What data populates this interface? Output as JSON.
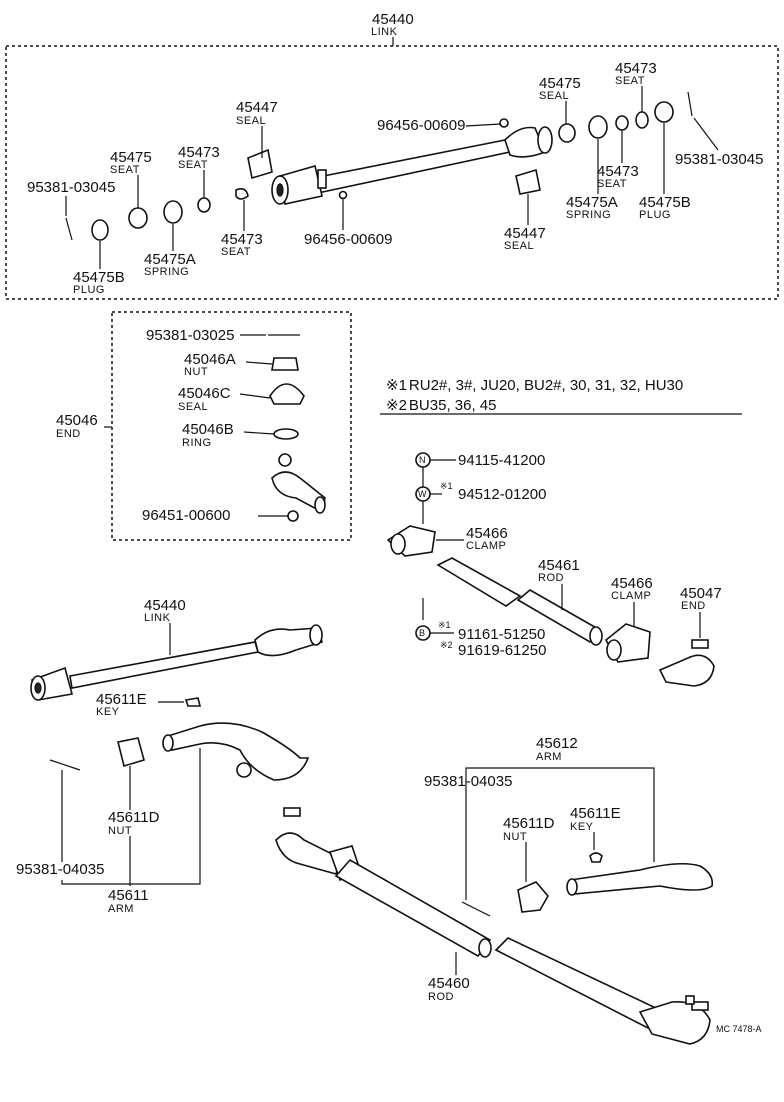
{
  "link_assembly": {
    "number": "45440",
    "name": "LINK"
  },
  "callouts": [
    {
      "id": "c1",
      "number": "45447",
      "name": "SEAL"
    },
    {
      "id": "c2",
      "number": "45475",
      "name": "SEAL"
    },
    {
      "id": "c3",
      "number": "45473",
      "name": "SEAT"
    },
    {
      "id": "c4",
      "number": "96456-00609",
      "name": ""
    },
    {
      "id": "c5",
      "number": "45475",
      "name": "SEAT"
    },
    {
      "id": "c6",
      "number": "45473",
      "name": "SEAT"
    },
    {
      "id": "c7",
      "number": "95381-03045",
      "name": ""
    },
    {
      "id": "c8",
      "number": "45473",
      "name": "SEAT"
    },
    {
      "id": "c9",
      "number": "45475A",
      "name": "SPRING"
    },
    {
      "id": "c10",
      "number": "45475B",
      "name": "PLUG"
    },
    {
      "id": "c11",
      "number": "95381-03045",
      "name": ""
    },
    {
      "id": "c12",
      "number": "45475B",
      "name": "PLUG"
    },
    {
      "id": "c13",
      "number": "45475A",
      "name": "SPRING"
    },
    {
      "id": "c14",
      "number": "45473",
      "name": "SEAT"
    },
    {
      "id": "c15",
      "number": "96456-00609",
      "name": ""
    },
    {
      "id": "c16",
      "number": "45447",
      "name": "SEAL"
    },
    {
      "id": "c17",
      "number": "95381-03025",
      "name": ""
    },
    {
      "id": "c18",
      "number": "45046A",
      "name": "NUT"
    },
    {
      "id": "c19",
      "number": "45046C",
      "name": "SEAL"
    },
    {
      "id": "c20",
      "number": "45046B",
      "name": "RING"
    },
    {
      "id": "c21",
      "number": "96451-00600",
      "name": ""
    },
    {
      "id": "c22",
      "number": "45046",
      "name": "END"
    },
    {
      "id": "c23",
      "number": "94115-41200",
      "name": ""
    },
    {
      "id": "c24",
      "number": "94512-01200",
      "name": ""
    },
    {
      "id": "c25",
      "number": "45466",
      "name": "CLAMP"
    },
    {
      "id": "c26",
      "number": "45461",
      "name": "ROD"
    },
    {
      "id": "c27",
      "number": "45466",
      "name": "CLAMP"
    },
    {
      "id": "c28",
      "number": "45047",
      "name": "END"
    },
    {
      "id": "c29",
      "number": "91161-51250",
      "name": ""
    },
    {
      "id": "c30",
      "number": "91619-61250",
      "name": ""
    },
    {
      "id": "c31",
      "number": "45440",
      "name": "LINK"
    },
    {
      "id": "c32",
      "number": "45611E",
      "name": "KEY"
    },
    {
      "id": "c33",
      "number": "45611D",
      "name": "NUT"
    },
    {
      "id": "c34",
      "number": "95381-04035",
      "name": ""
    },
    {
      "id": "c35",
      "number": "45611",
      "name": "ARM"
    },
    {
      "id": "c36",
      "number": "45612",
      "name": "ARM"
    },
    {
      "id": "c37",
      "number": "95381-04035",
      "name": ""
    },
    {
      "id": "c38",
      "number": "45611D",
      "name": "NUT"
    },
    {
      "id": "c39",
      "number": "45611E",
      "name": "KEY"
    },
    {
      "id": "c40",
      "number": "45460",
      "name": "ROD"
    }
  ],
  "applicability_notes": [
    {
      "marker": "※1",
      "text": "RU2#, 3#, JU20, BU2#, 30, 31, 32, HU30"
    },
    {
      "marker": "※2",
      "text": "BU35, 36, 45"
    }
  ],
  "note_markers": {
    "m1": "※1",
    "m2": "※2"
  },
  "symbols": {
    "nut": "N",
    "washer": "W",
    "bolt": "B"
  },
  "figure_code": "MC 7478-A"
}
